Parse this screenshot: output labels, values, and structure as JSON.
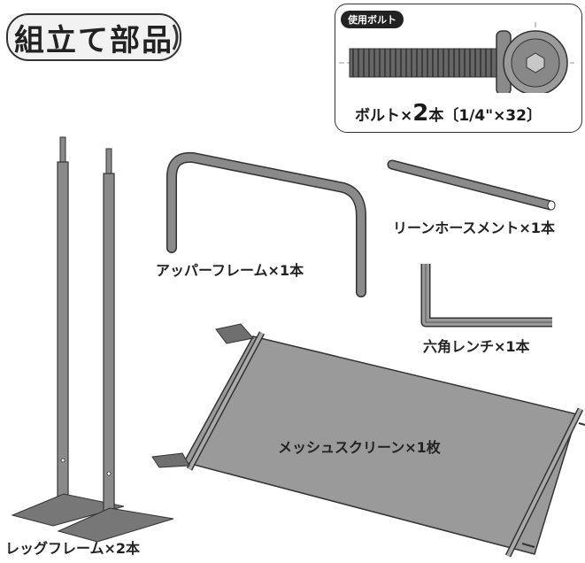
{
  "title": "組立て部品",
  "bolt_box": {
    "badge": "使用ボルト",
    "caption_prefix": "ボルト×",
    "caption_count": "2",
    "caption_suffix": "本〔1/4\"×32〕"
  },
  "parts": {
    "upper_frame": "アッパーフレーム×1本",
    "lean_horse_ment": "リーンホースメント×1本",
    "hex_wrench": "六角レンチ×1本",
    "mesh_screen": "メッシュスクリーン×1枚",
    "leg_frame": "レッグフレーム×2本"
  },
  "colors": {
    "tube": "#8a8a8a",
    "tube_dark": "#555555",
    "screen": "#9a9a9a",
    "outline": "#333333"
  }
}
